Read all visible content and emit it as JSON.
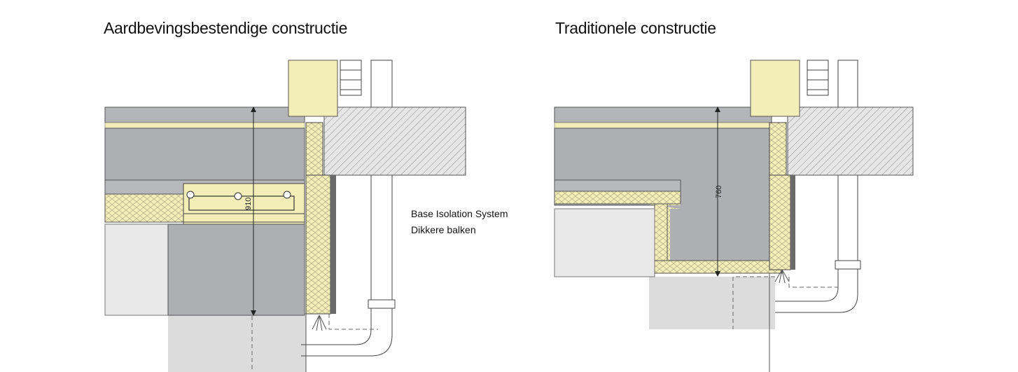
{
  "left_title": "Aardbevingsbestendige constructie",
  "right_title": "Traditionele constructie",
  "legend": [
    "Base Isolation System",
    "Dikkere balken"
  ],
  "left_dimension": "910",
  "right_dimension": "760",
  "colors": {
    "concrete": "#aeb0b3",
    "concrete_dark": "#9c9ea1",
    "insulation": "#f3edb8",
    "hatch": "#8e8e8e",
    "shadow": "#d6d6d6",
    "line": "#333333"
  }
}
